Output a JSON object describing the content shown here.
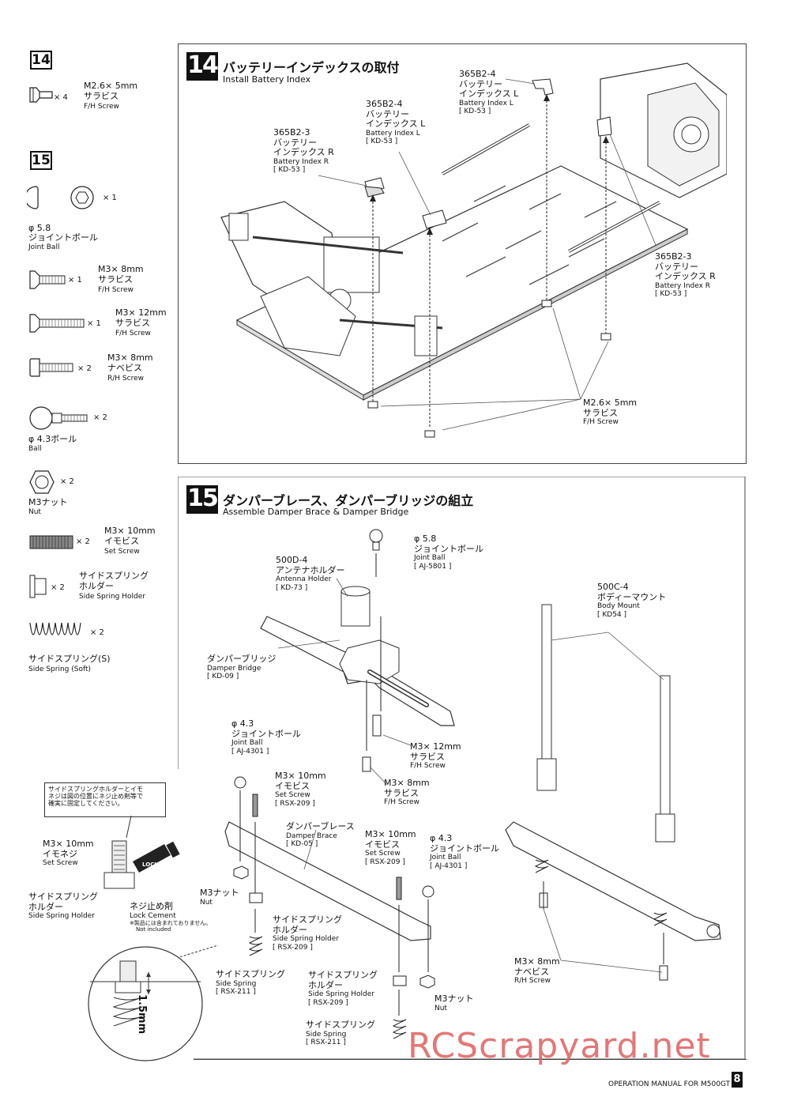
{
  "parts_list": {
    "step14": {
      "number": "14",
      "items": [
        {
          "name_line1": "M2.6× 5mm",
          "name_jp": "サラビス",
          "name_en": "F/H Screw",
          "qty": "× 4"
        }
      ]
    },
    "step15": {
      "number": "15",
      "items": [
        {
          "name_line1": "φ 5.8",
          "name_jp": "ジョイントボール",
          "name_en": "Joint Ball",
          "qty": "× 1"
        },
        {
          "name_line1": "M3× 8mm",
          "name_jp": "サラビス",
          "name_en": "F/H Screw",
          "qty": "× 1"
        },
        {
          "name_line1": "M3× 12mm",
          "name_jp": "サラビス",
          "name_en": "F/H Screw",
          "qty": "× 1"
        },
        {
          "name_line1": "M3× 8mm",
          "name_jp": "ナベビス",
          "name_en": "R/H Screw",
          "qty": "× 2"
        },
        {
          "name_line1": "φ 4.3ボール",
          "name_jp": "",
          "name_en": "Ball",
          "qty": "× 2"
        },
        {
          "name_line1": "M3ナット",
          "name_jp": "",
          "name_en": "Nut",
          "qty": "× 2"
        },
        {
          "name_line1": "M3× 10mm",
          "name_jp": "イモビス",
          "name_en": "Set Screw",
          "qty": "× 2"
        },
        {
          "name_line1": "サイドスプリング",
          "name_jp": "ホルダー",
          "name_en": "Side Spring Holder",
          "qty": "× 2"
        },
        {
          "name_line1": "サイドスプリング(S)",
          "name_jp": "",
          "name_en": "Side Spring (Soft)",
          "qty": "× 2"
        }
      ]
    }
  },
  "section14": {
    "number": "14",
    "title_jp": "バッテリーインデックスの取付",
    "title_en": "Install Battery Index",
    "callouts": {
      "a": {
        "code": "365B2-4",
        "jp1": "バッテリー",
        "jp2": "インデックス L",
        "en": "Battery Index L",
        "ref": "[ KD-53 ]"
      },
      "b": {
        "code": "365B2-4",
        "jp1": "バッテリー",
        "jp2": "インデックス L",
        "en": "Battery Index L",
        "ref": "[ KD-53 ]"
      },
      "c": {
        "code": "365B2-3",
        "jp1": "バッテリー",
        "jp2": "インデックス R",
        "en": "Battery Index R",
        "ref": "[ KD-53 ]"
      },
      "d": {
        "code": "365B2-3",
        "jp1": "バッテリー",
        "jp2": "インデックス R",
        "en": "Battery Index R",
        "ref": "[ KD-53 ]"
      },
      "screw": {
        "code": "M2.6× 5mm",
        "jp1": "サラビス",
        "en": "F/H Screw"
      }
    }
  },
  "section15": {
    "number": "15",
    "title_jp": "ダンパーブレース、ダンパーブリッジの組立",
    "title_en": "Assemble Damper Brace & Damper Bridge",
    "callouts": {
      "joint_ball_58": {
        "code": "φ 5.8",
        "jp1": "ジョイントボール",
        "en": "Joint Ball",
        "ref": "[ AJ-5801 ]"
      },
      "antenna": {
        "code": "500D-4",
        "jp1": "アンテナホルダー",
        "en": "Antenna Holder",
        "ref": "[ KD-73 ]"
      },
      "body_mount": {
        "code": "500C-4",
        "jp1": "ボディーマウント",
        "en": "Body Mount",
        "ref": "[ KD54 ]"
      },
      "bridge": {
        "jp1": "ダンパーブリッジ",
        "en": "Damper Bridge",
        "ref": "[ KD-09 ]"
      },
      "m3_12": {
        "code": "M3× 12mm",
        "jp1": "サラビス",
        "en": "F/H Screw"
      },
      "m3_8fh": {
        "code": "M3× 8mm",
        "jp1": "サラビス",
        "en": "F/H Screw"
      },
      "joint_ball_43a": {
        "code": "φ 4.3",
        "jp1": "ジョイントボール",
        "en": "Joint Ball",
        "ref": "[ AJ-4301 ]"
      },
      "set_screw_a": {
        "code": "M3× 10mm",
        "jp1": "イモビス",
        "en": "Set Screw",
        "ref": "[ RSX-209 ]"
      },
      "brace": {
        "jp1": "ダンパーブレース",
        "en": "Damper Brace",
        "ref": "[ KD-05 ]"
      },
      "set_screw_b": {
        "code": "M3× 10mm",
        "jp1": "イモビス",
        "en": "Set Screw",
        "ref": "[ RSX-209 ]"
      },
      "joint_ball_43b": {
        "code": "φ 4.3",
        "jp1": "ジョイントボール",
        "en": "Joint Ball",
        "ref": "[ AJ-4301 ]"
      },
      "nut_a": {
        "jp1": "M3ナット",
        "en": "Nut"
      },
      "holder_a": {
        "jp1": "サイドスプリング",
        "jp2": "ホルダー",
        "en": "Side Spring Holder",
        "ref": "[ RSX-209 ]"
      },
      "spring_a": {
        "jp1": "サイドスプリング",
        "en": "Side Spring",
        "ref": "[ RSX-211 ]"
      },
      "holder_b": {
        "jp1": "サイドスプリング",
        "jp2": "ホルダー",
        "en": "Side Spring Holder",
        "ref": "[ RSX-209 ]"
      },
      "nut_b": {
        "jp1": "M3ナット",
        "en": "Nut"
      },
      "spring_b": {
        "jp1": "サイドスプリング",
        "en": "Side Spring",
        "ref": "[ RSX-211 ]"
      },
      "rh_screw": {
        "code": "M3× 8mm",
        "jp1": "ナベビス",
        "en": "R/H Screw"
      }
    }
  },
  "note": {
    "text_l1": "サイドスプリングホルダーとイモ",
    "text_l2": "ネジは図の位置にネジ止め剤等で",
    "text_l3": "確実に固定してください。",
    "setscrew_code": "M3× 10mm",
    "setscrew_jp": "イモネジ",
    "setscrew_en": "Set Screw",
    "holder_jp1": "サイドスプリング",
    "holder_jp2": "ホルダー",
    "holder_en": "Side Spring Holder",
    "lock_jp": "ネジ止め剤",
    "lock_en": "Lock Cement",
    "lock_note_jp": "※製品には含まれておりません。",
    "lock_note_en": "Not included",
    "lock_label": "LOCK",
    "dimension": "1.5mm"
  },
  "footer": {
    "manual": "OPERATION MANUAL FOR M500GT",
    "page": "8",
    "watermark": "RCScrapyard.net"
  }
}
